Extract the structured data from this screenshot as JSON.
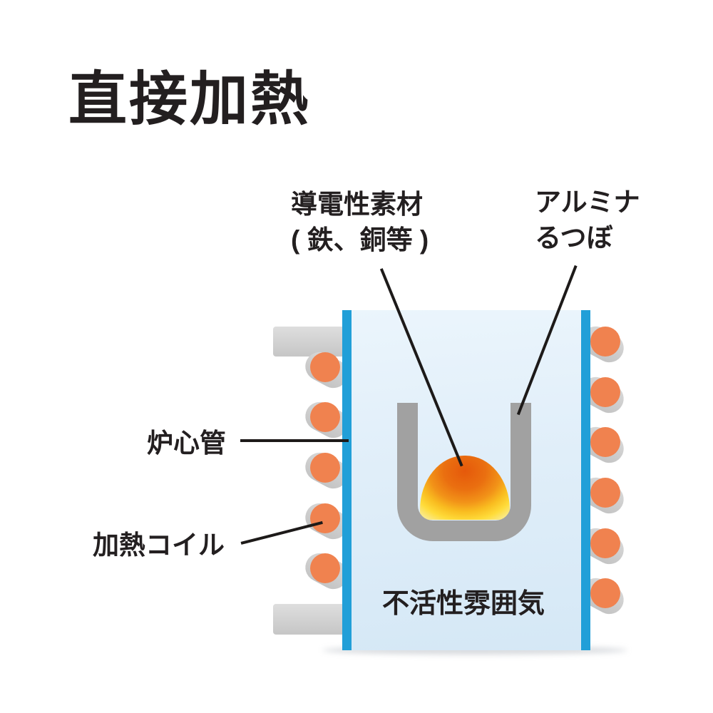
{
  "title": "直接加熱",
  "labels": {
    "conductive_material_line1": "導電性素材",
    "conductive_material_line2": "( 鉄、銅等 )",
    "alumina_crucible_line1": "アルミナ",
    "alumina_crucible_line2": "るつぼ",
    "furnace_core_tube": "炉心管",
    "heating_coil": "加熱コイル",
    "inert_atmosphere": "不活性雰囲気"
  },
  "coil": {
    "left_turn_count": 5,
    "right_turn_count": 6
  },
  "colors": {
    "ink": "#231f20",
    "wall_blue": "#219fd8",
    "coil_orange": "#f0824f",
    "coil_tube_gray": "#cbcbcb",
    "crucible_gray": "#a1a1a1",
    "interior_blue_top": "#ebf5fc",
    "interior_blue_bottom": "#d5e8f6",
    "melt_core_orange": "#e5590b",
    "melt_yellow": "#ffdc3a"
  }
}
